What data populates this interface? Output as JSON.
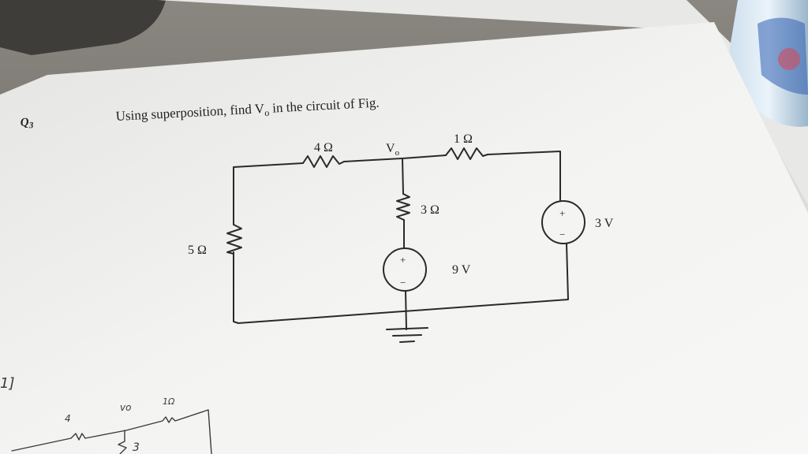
{
  "question": {
    "number_label": "Q",
    "number_sub": "3",
    "prompt_parts": [
      "Using superposition, find V",
      "o",
      " in the circuit of Fig."
    ]
  },
  "circuit": {
    "r_top_left": "4 Ω",
    "r_top_right": "1 Ω",
    "r_left": "5 Ω",
    "r_middle": "3 Ω",
    "node_label": "V",
    "node_sub": "o",
    "source_middle": "9 V",
    "source_right": "3 V",
    "plus": "+",
    "minus": "−"
  },
  "notes": {
    "bracket": "1]",
    "n4": "4",
    "nvo": "vo",
    "n1": "1Ω",
    "n3": "3"
  },
  "colors": {
    "desk": "#6f6c66",
    "paper": "#f2f2f0",
    "ink": "#2a2a2a"
  }
}
